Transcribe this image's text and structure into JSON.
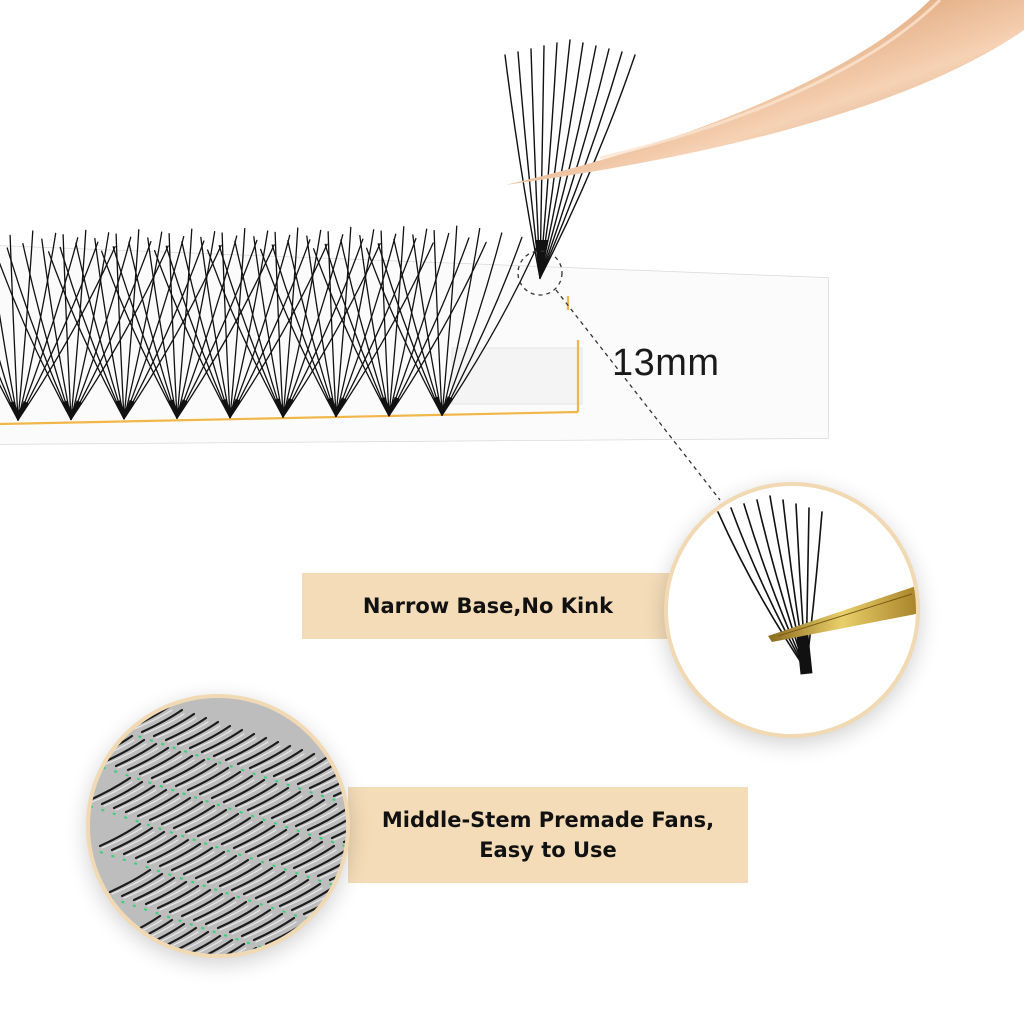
{
  "strip": {
    "length_label": "13mm",
    "fan_count": 9
  },
  "callouts": [
    {
      "lines": [
        "Narrow Base,No Kink"
      ]
    },
    {
      "lines": [
        "Middle-Stem Premade Fans,",
        "Easy to Use"
      ]
    }
  ],
  "colors": {
    "banner": "#f4dcb8",
    "circle_border": "#f1d9b3",
    "tweezer_rose_gold": "#c88a5a",
    "tweezer_gold": "#c9a93a",
    "lash_black": "#111111",
    "guide_orange": "#f2b648"
  }
}
